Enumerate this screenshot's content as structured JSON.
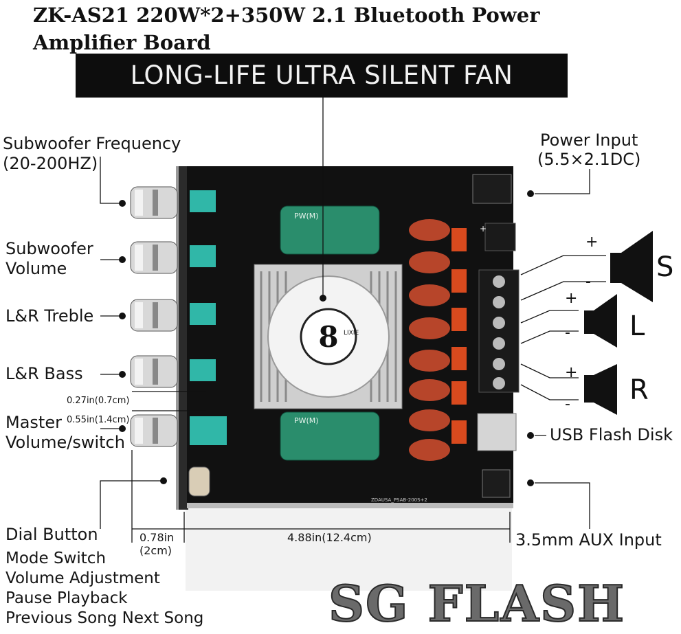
{
  "title": "ZK-AS21 220W*2+350W 2.1 Bluetooth Power\nAmplifier Board",
  "banner": "LONG-LIFE ULTRA SILENT FAN",
  "labels": {
    "sub_freq": "Subwoofer Frequency\n(20-200HZ)",
    "sub_vol": "Subwoofer\nVolume",
    "treble": "L&R Treble",
    "bass": "L&R Bass",
    "master": "Master\nVolume/switch",
    "dial": "Dial Button",
    "power": "Power Input\n(5.5×2.1DC)",
    "usb": "USB Flash Disk",
    "aux": "3.5mm AUX Input"
  },
  "dims": {
    "knob_gap": "0.27in(0.7cm)",
    "knob_depth": "0.55in(1.4cm)",
    "side": "0.78in\n(2cm)",
    "width": "4.88in(12.4cm)"
  },
  "functions": [
    "Mode Switch",
    "Volume Adjustment",
    "Pause Playback",
    "Previous Song Next Song"
  ],
  "speakers": {
    "s": {
      "letter": "S",
      "plus": "+",
      "minus": "-"
    },
    "l": {
      "letter": "L",
      "plus": "+",
      "minus": "-"
    },
    "r": {
      "letter": "R",
      "plus": "+",
      "minus": "-"
    }
  },
  "watermark": "SG FLASH",
  "board_marks": {
    "cap_label": "PW(M)",
    "fan_brand": "LIXIE",
    "module_id": "ZDAUSA_PSAB-200S+2"
  }
}
